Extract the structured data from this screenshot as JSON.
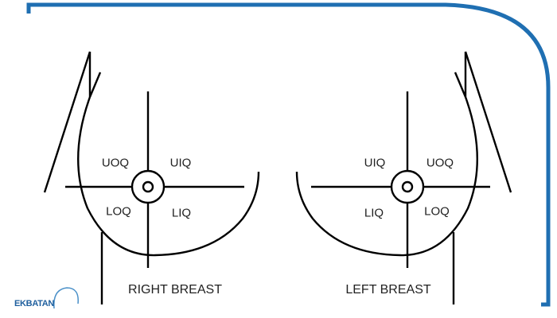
{
  "colors": {
    "frame": "#1f6fb2",
    "lines": "#000000"
  },
  "right_breast": {
    "title": "RIGHT BREAST",
    "quadrants": {
      "upper_outer": "UOQ",
      "upper_inner": "UIQ",
      "lower_outer": "LOQ",
      "lower_inner": "LIQ"
    }
  },
  "left_breast": {
    "title": "LEFT BREAST",
    "quadrants": {
      "upper_inner": "UIQ",
      "upper_outer": "UOQ",
      "lower_inner": "LIQ",
      "lower_outer": "LOQ"
    }
  },
  "logo": {
    "text": "EKBATAN"
  }
}
